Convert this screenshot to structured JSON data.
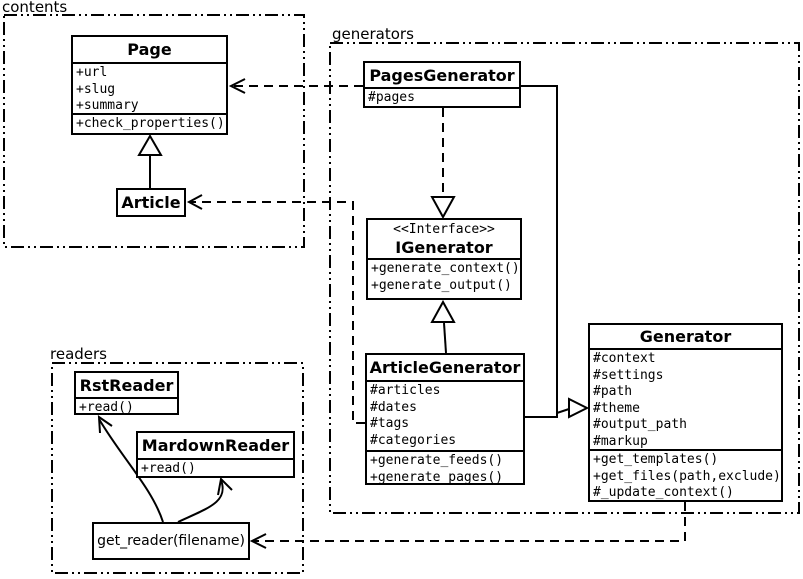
{
  "diagram": {
    "packages": {
      "contents": {
        "label": "contents"
      },
      "generators": {
        "label": "generators"
      },
      "readers": {
        "label": "readers"
      }
    },
    "classes": {
      "page": {
        "title": "Page",
        "attributes": [
          "+url",
          "+slug",
          "+summary"
        ],
        "methods": [
          "+check_properties()"
        ]
      },
      "article": {
        "title": "Article"
      },
      "pages_generator": {
        "title": "PagesGenerator",
        "attributes": [
          "#pages"
        ]
      },
      "igenerator": {
        "stereotype": "<<Interface>>",
        "title": "IGenerator",
        "methods": [
          "+generate_context()",
          "+generate_output()"
        ]
      },
      "article_generator": {
        "title": "ArticleGenerator",
        "attributes": [
          "#articles",
          "#dates",
          "#tags",
          "#categories"
        ],
        "methods": [
          "+generate_feeds()",
          "+generate_pages()"
        ]
      },
      "generator": {
        "title": "Generator",
        "attributes": [
          "#context",
          "#settings",
          "#path",
          "#theme",
          "#output_path",
          "#markup"
        ],
        "methods": [
          "+get_templates()",
          "+get_files(path,exclude)",
          "#_update_context()"
        ]
      },
      "rst_reader": {
        "title": "RstReader",
        "methods": [
          "+read()"
        ]
      },
      "mardown_reader": {
        "title": "MardownReader",
        "methods": [
          "+read()"
        ]
      },
      "get_reader": {
        "label": "get_reader(filename)"
      }
    },
    "colors": {
      "line": "#000000",
      "background": "#ffffff"
    }
  }
}
